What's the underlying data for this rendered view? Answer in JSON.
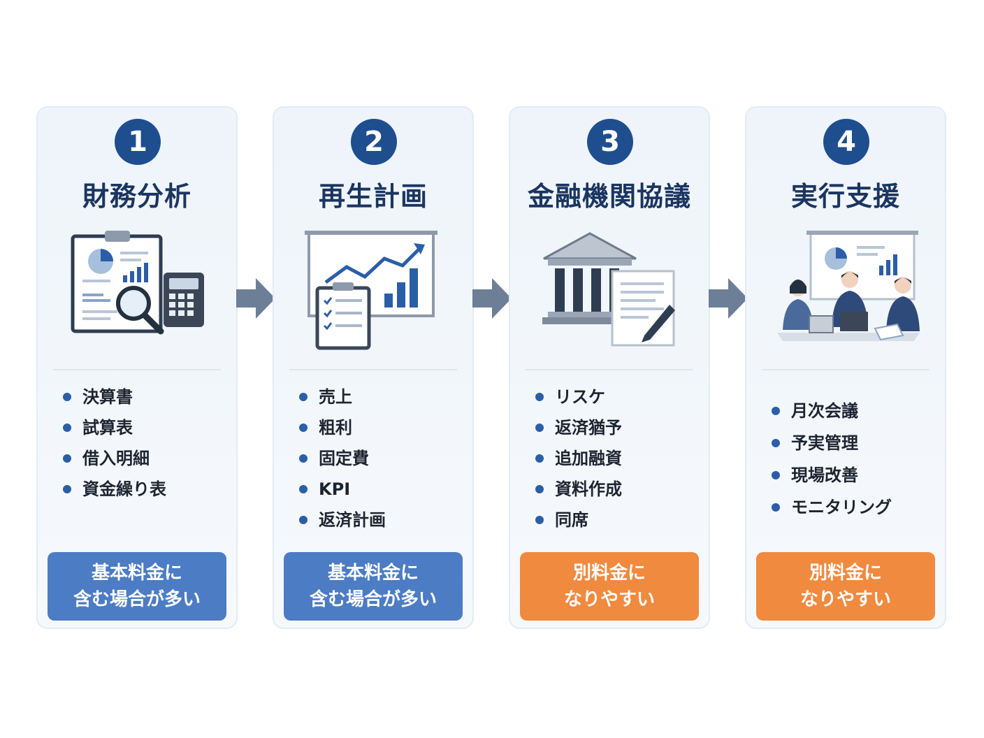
{
  "colors": {
    "navy": "#1f4e8f",
    "title_text": "#1b3560",
    "included_pill": "#4c7cc3",
    "extra_pill": "#f08a3e",
    "arrow": "#6c7f96"
  },
  "steps": [
    {
      "number": "1",
      "title": "財務分析",
      "icon": "clipboard-chart-calculator-icon",
      "items": [
        "決算書",
        "試算表",
        "借入明細",
        "資金繰り表"
      ],
      "fee_line1": "基本料金に",
      "fee_line2": "含む場合が多い",
      "fee_type": "included"
    },
    {
      "number": "2",
      "title": "再生計画",
      "icon": "growth-chart-checklist-icon",
      "items": [
        "売上",
        "粗利",
        "固定費",
        "KPI",
        "返済計画"
      ],
      "fee_line1": "基本料金に",
      "fee_line2": "含む場合が多い",
      "fee_type": "included"
    },
    {
      "number": "3",
      "title": "金融機関協議",
      "icon": "bank-document-pen-icon",
      "items": [
        "リスケ",
        "返済猶予",
        "追加融資",
        "資料作成",
        "同席"
      ],
      "fee_line1": "別料金に",
      "fee_line2": "なりやすい",
      "fee_type": "extra"
    },
    {
      "number": "4",
      "title": "実行支援",
      "icon": "meeting-people-icon",
      "items": [
        "月次会議",
        "予実管理",
        "現場改善",
        "モニタリング"
      ],
      "fee_line1": "別料金に",
      "fee_line2": "なりやすい",
      "fee_type": "extra"
    }
  ]
}
